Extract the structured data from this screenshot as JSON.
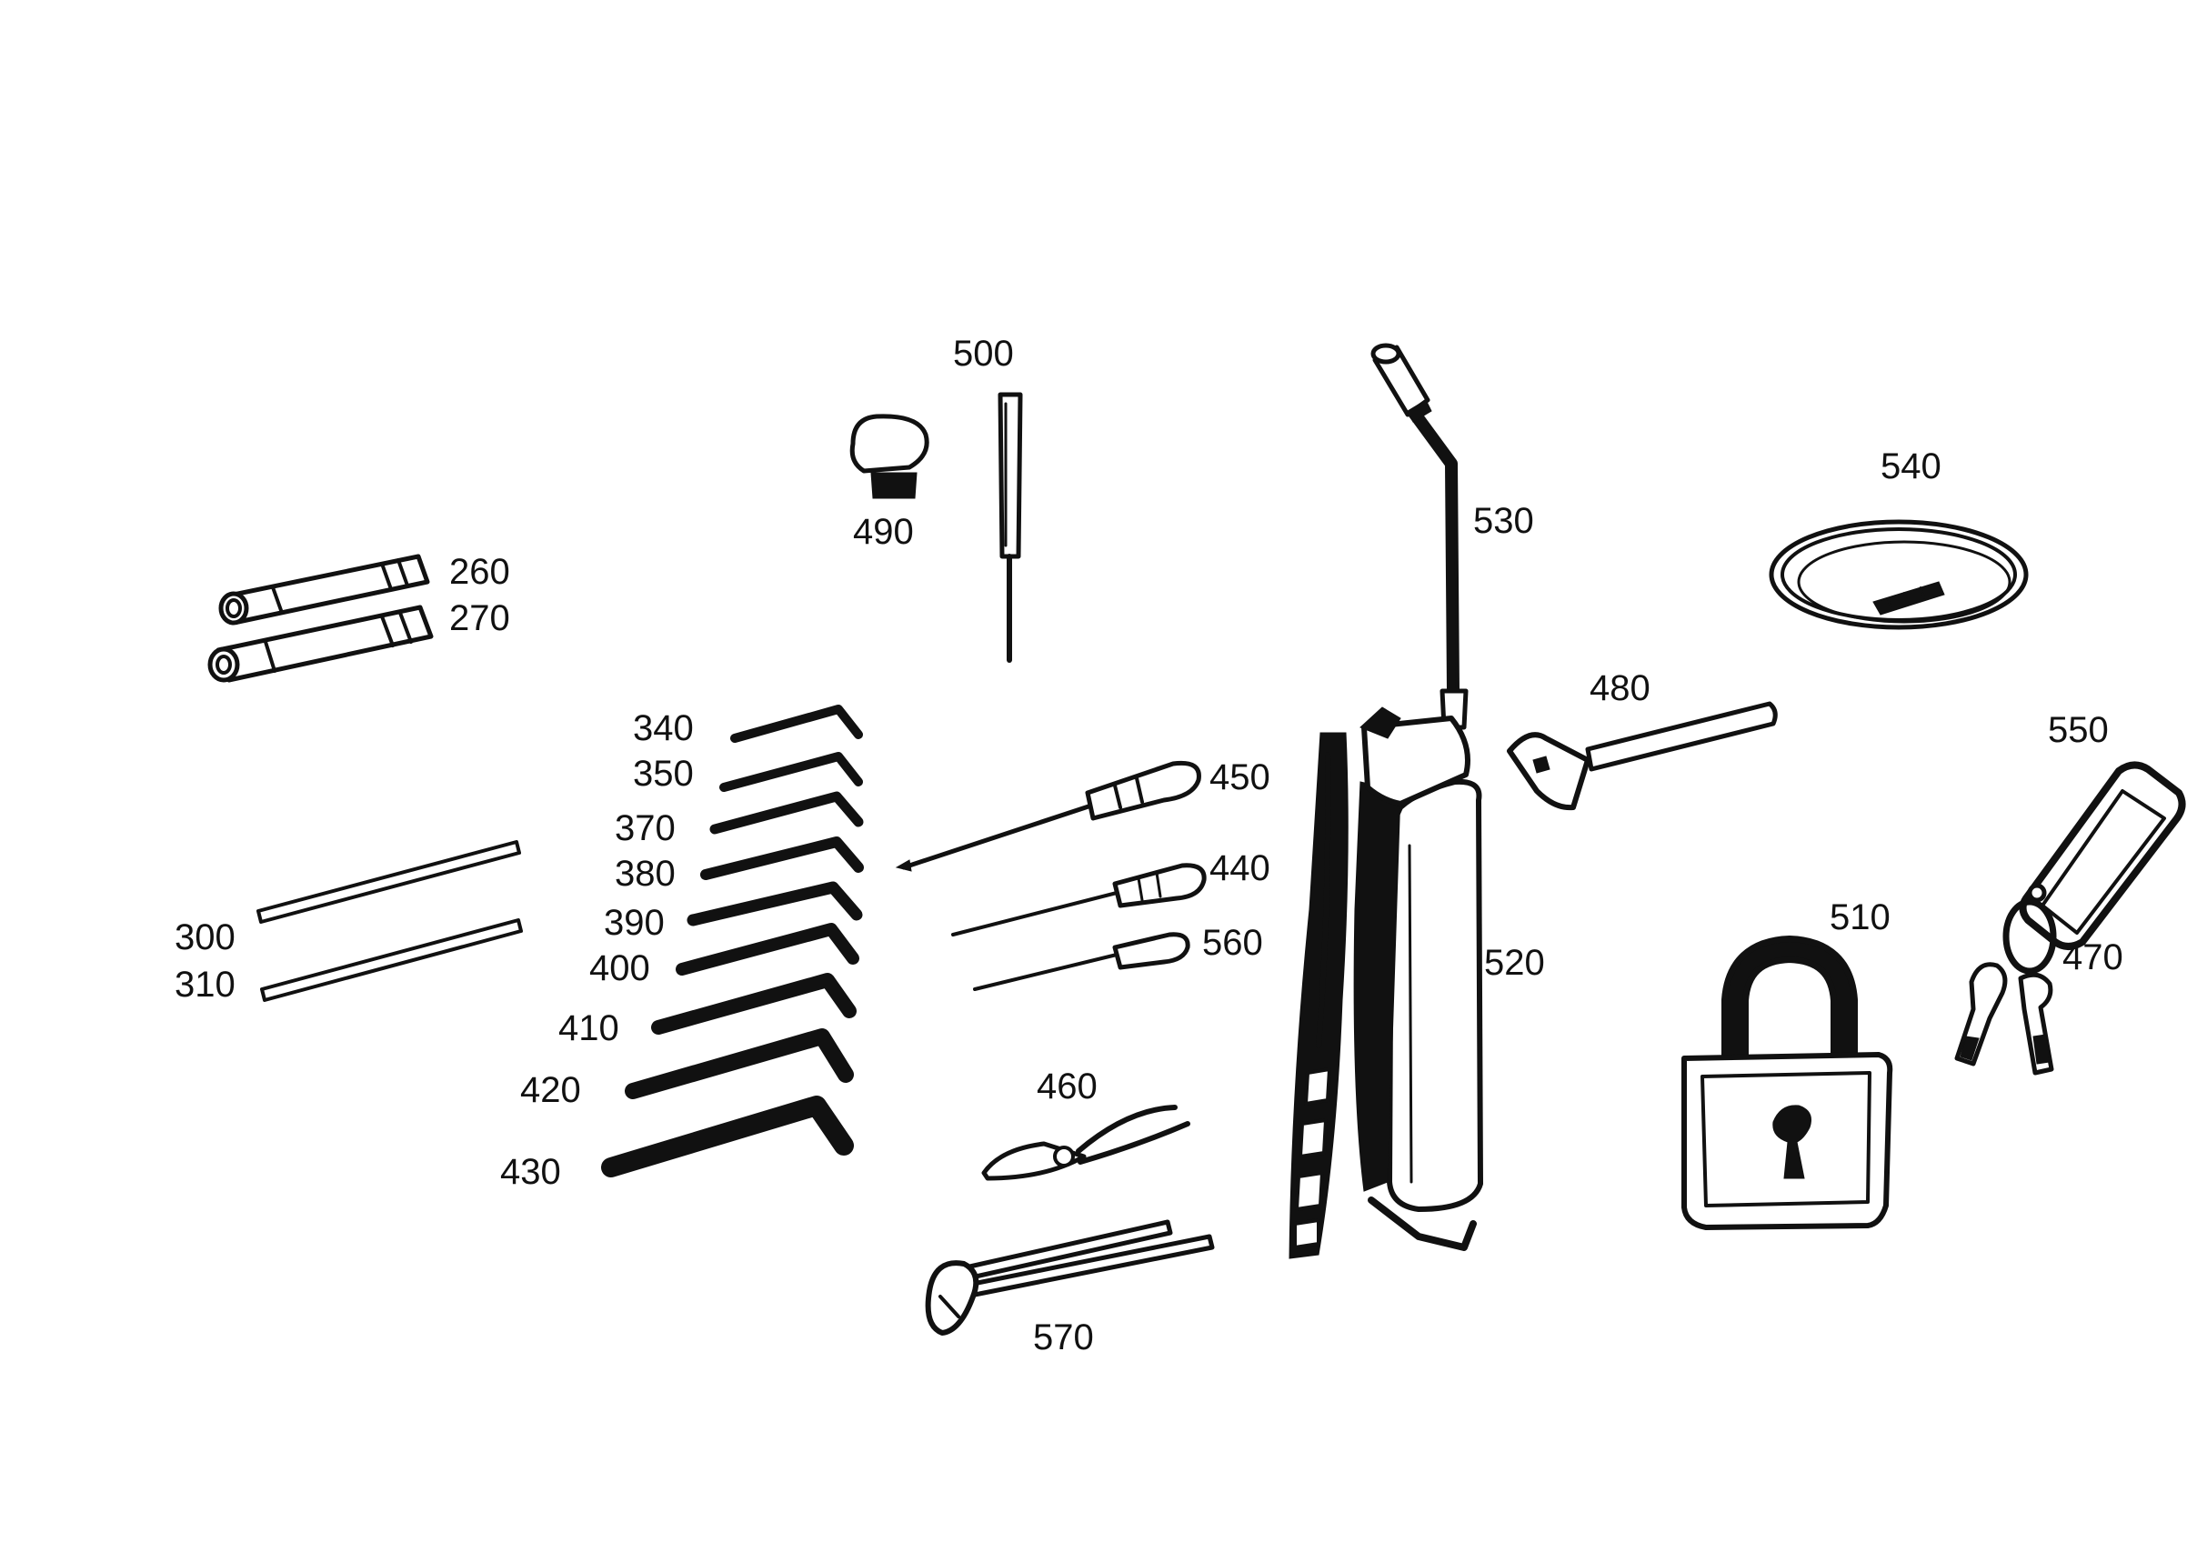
{
  "diagram": {
    "type": "exploded-parts-illustration",
    "labels": {
      "p260": "260",
      "p270": "270",
      "p300": "300",
      "p310": "310",
      "p340": "340",
      "p350": "350",
      "p370": "370",
      "p380": "380",
      "p390": "390",
      "p400": "400",
      "p410": "410",
      "p420": "420",
      "p430": "430",
      "p440": "440",
      "p450": "450",
      "p460": "460",
      "p470": "470",
      "p480": "480",
      "p490": "490",
      "p500": "500",
      "p510": "510",
      "p520": "520",
      "p530": "530",
      "p540": "540",
      "p550": "550",
      "p560": "560",
      "p570": "570"
    },
    "colors": {
      "ink": "#111111",
      "paper": "#ffffff"
    }
  }
}
